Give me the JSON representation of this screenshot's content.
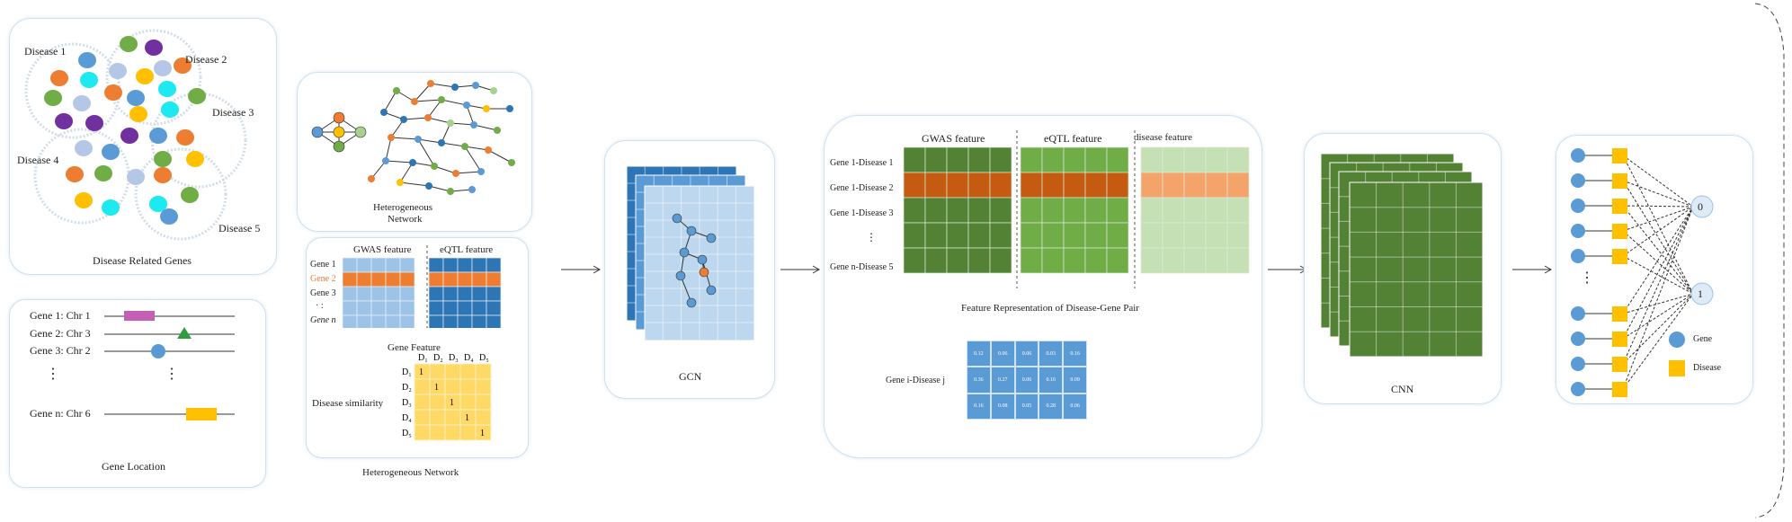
{
  "diseaseGenes": {
    "caption": "Disease Related Genes",
    "diseases": [
      "Disease 1",
      "Disease 2",
      "Disease 3",
      "Disease 4",
      "Disease 5"
    ]
  },
  "geneLocation": {
    "caption": "Gene Location",
    "rows": [
      {
        "gene": "Gene 1:",
        "chr": "Chr 1"
      },
      {
        "gene": "Gene 2:",
        "chr": "Chr 3"
      },
      {
        "gene": "Gene 3:",
        "chr": "Chr 2"
      },
      {
        "gene": "Gene n:",
        "chr": "Chr 6"
      }
    ],
    "ellipsis": "⋮"
  },
  "heteroNet": {
    "network_caption_line1": "Heterogeneous",
    "network_caption_line2": "Network",
    "gwas_title": "GWAS feature",
    "eqtl_title": "eQTL feature",
    "genes": [
      "Gene 1",
      "Gene 2",
      "Gene 3",
      "·  :",
      "Gene n"
    ],
    "gene_feature_caption": "Gene Feature",
    "similarity_label": "Disease similarity",
    "similarity_headers": [
      "D₁",
      "D₂",
      "D₃",
      "D₄",
      "D₅"
    ],
    "similarity_rows": [
      "D₁",
      "D₂",
      "D₃",
      "D₄",
      "D₅"
    ],
    "one": "1",
    "caption": "Heterogeneous Network"
  },
  "gcn": {
    "caption": "GCN"
  },
  "featureRep": {
    "gwas_title": "GWAS feature",
    "eqtl_title": "eQTL feature",
    "disease_title": "disease feature",
    "rows": [
      "Gene 1-Disease 1",
      "Gene 1-Disease 2",
      "Gene 1-Disease 3",
      "⋮",
      "Gene n-Disease 5"
    ],
    "caption": "Feature Representation of Disease-Gene Pair",
    "pair_label": "Gene i-Disease j",
    "matrix": [
      [
        "0.12",
        "0.06",
        "0.06",
        "0.03",
        "0.16"
      ],
      [
        "0.36",
        "0.27",
        "0.06",
        "0.16",
        "0.09"
      ],
      [
        "0.16",
        "0.08",
        "0.05",
        "0.28",
        "0.06"
      ]
    ]
  },
  "cnn": {
    "caption": "CNN"
  },
  "output": {
    "nodes": [
      "0",
      "1"
    ],
    "legend_gene": "Gene",
    "legend_disease": "Disease",
    "ellipsis": "⋮"
  },
  "colors": {
    "teal_blue": "#5b9bd5",
    "orange": "#ed7d31",
    "green": "#70ad47",
    "purple": "#7030a0",
    "yellow": "#ffc000",
    "cyan": "#1de9f0",
    "dark_green": "#548235",
    "light_green": "#c5e0b4",
    "blue_dark": "#2e75b6"
  }
}
